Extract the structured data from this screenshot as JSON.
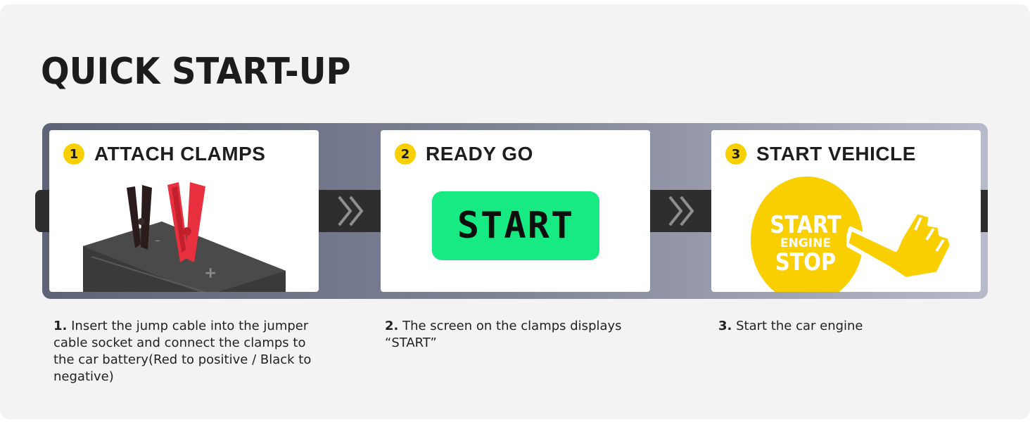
{
  "title": "QUICK START-UP",
  "steps": [
    {
      "number": "1",
      "title": "ATTACH CLAMPS",
      "desc_num": "1.",
      "desc": "Insert the jump cable into the jumper cable socket and connect the clamps to the car battery(Red to positive / Black to negative)",
      "battery_minus": "–",
      "battery_plus": "+"
    },
    {
      "number": "2",
      "title": "READY GO",
      "desc_num": "2.",
      "desc": "The screen on the clamps displays “START”",
      "screen_text": "START"
    },
    {
      "number": "3",
      "title": "START VEHICLE",
      "desc_num": "3.",
      "desc": "Start the car engine",
      "button_top": "START",
      "button_mid": "ENGINE",
      "button_bottom": "STOP"
    }
  ],
  "colors": {
    "accent": "#f8d000",
    "screen_green": "#17ea82",
    "clamp_red": "#e8303f",
    "clamp_black": "#2a1c1a",
    "engine_yellow": "#f9cf00"
  }
}
